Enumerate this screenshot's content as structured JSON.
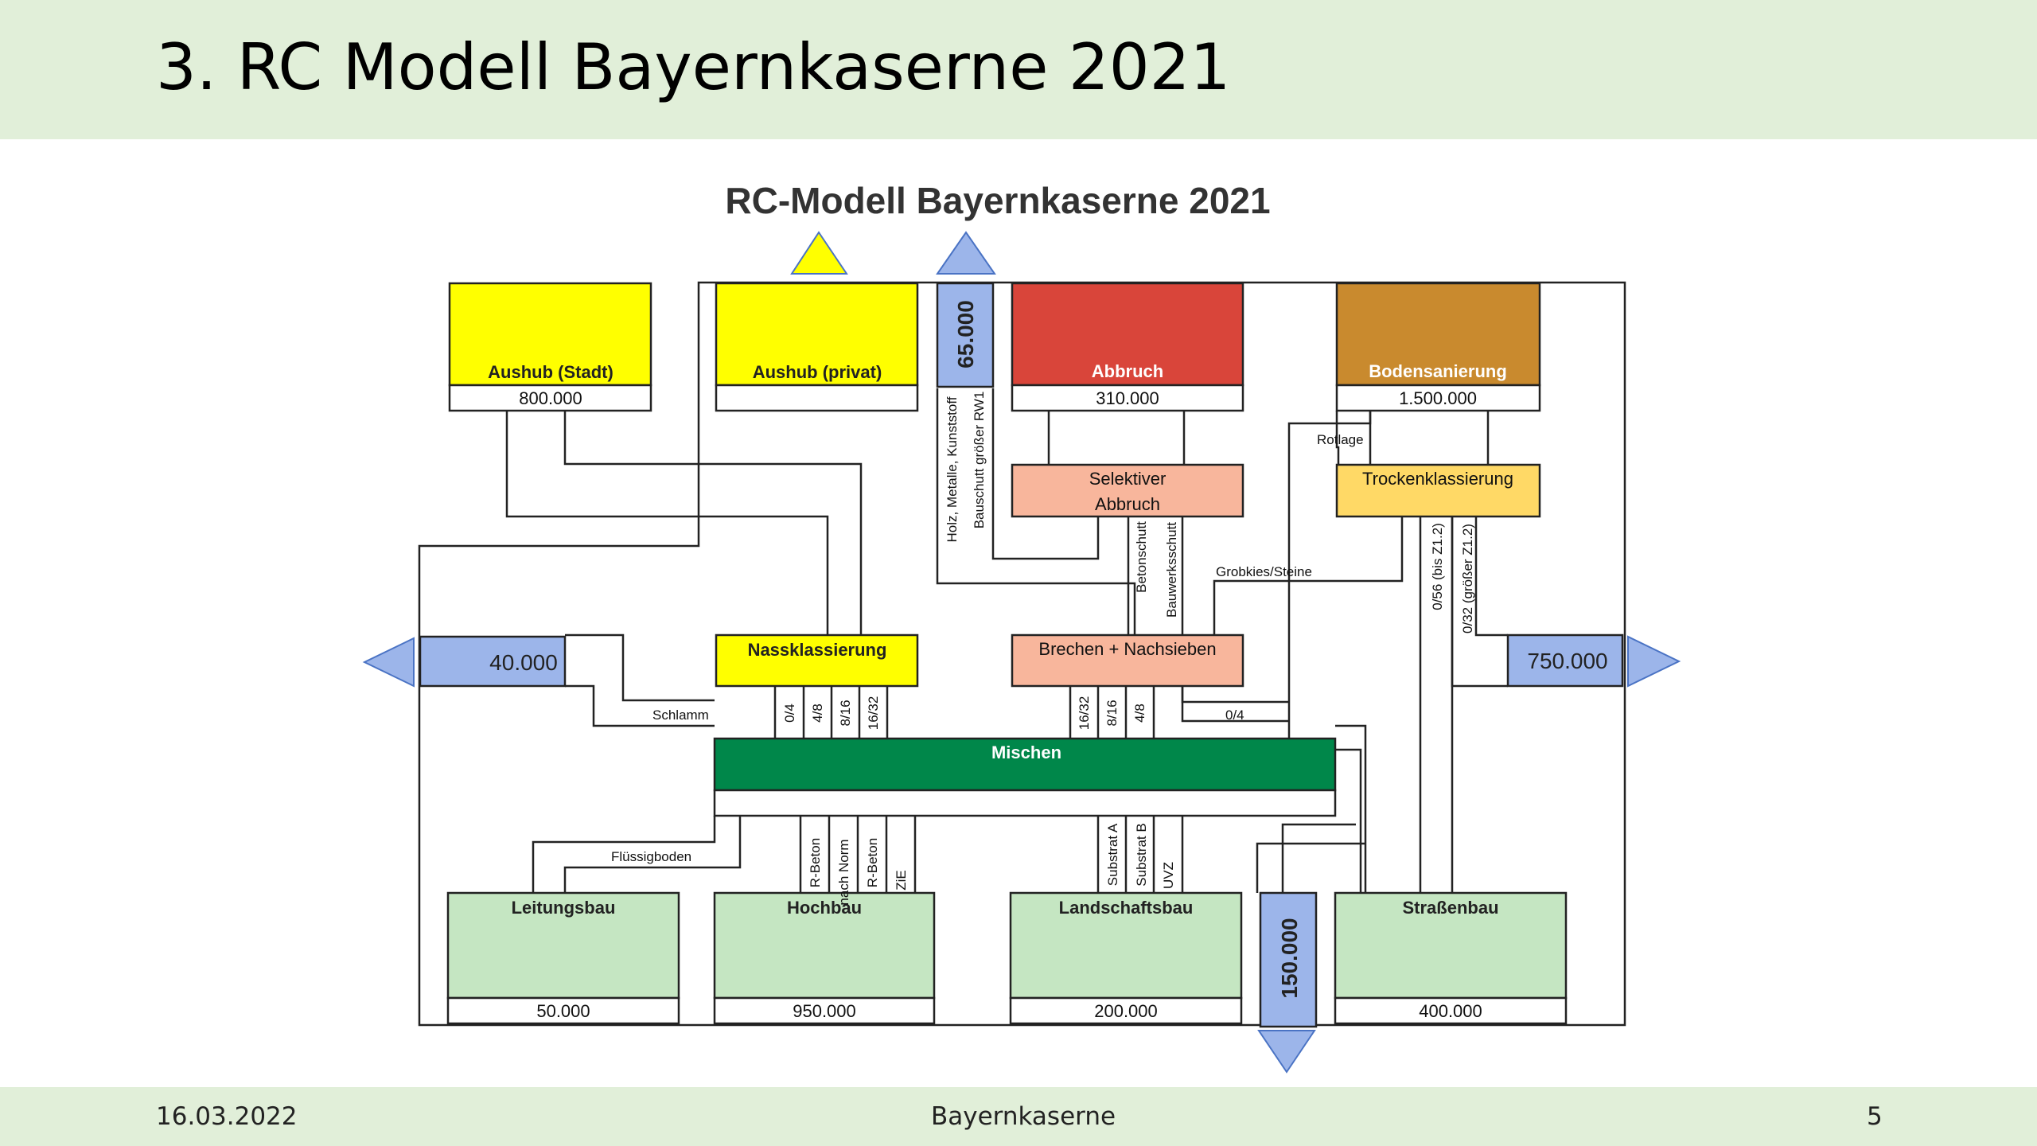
{
  "slide": {
    "title": "3. RC Modell Bayernkaserne 2021",
    "footer_date": "16.03.2022",
    "footer_center": "Bayernkaserne",
    "footer_page": "5"
  },
  "diagram": {
    "title": "RC-Modell Bayernkaserne 2021",
    "sources": {
      "aushub_stadt": {
        "label": "Aushub (Stadt)",
        "value": "800.000"
      },
      "aushub_privat": {
        "label": "Aushub (privat)",
        "value": ""
      },
      "abbruch": {
        "label": "Abbruch",
        "value": "310.000"
      },
      "bodensanierung": {
        "label": "Bodensanierung",
        "value": "1.500.000"
      }
    },
    "processes": {
      "selektiver_abbruch_l1": "Selektiver",
      "selektiver_abbruch_l2": "Abbruch",
      "trockenklassierung": "Trockenklassierung",
      "nassklassierung": "Nassklassierung",
      "brechen": "Brechen + Nachsieben",
      "mischen": "Mischen"
    },
    "outputs": {
      "export_top": "65.000",
      "export_top_desc_1": "Holz, Metalle, Kunststoff",
      "export_top_desc_2": "Bauschutt größer RW1",
      "export_left": "40.000",
      "export_right": "750.000",
      "export_bottom": "150.000"
    },
    "flows": {
      "rotlage": "Rotlage",
      "grobkies": "Grobkies/Steine",
      "schlamm": "Schlamm",
      "fluessigboden": "Flüssigboden",
      "betonschutt": "Betonschutt",
      "bauwerksschutt": "Bauwerksschutt",
      "trocken_056": "0/56 (bis Z1.2)",
      "trocken_032": "0/32 (größer Z1.2)",
      "brechen_04": "0/4",
      "nass_fractions": [
        "0/4",
        "4/8",
        "8/16",
        "16/32"
      ],
      "brechen_fractions": [
        "16/32",
        "8/16",
        "4/8"
      ],
      "hochbau_products": [
        "R-Beton",
        "nach Norm",
        "R-Beton",
        "ZiE"
      ],
      "landschaft_products": [
        "Substrat A",
        "Substrat B",
        "UVZ"
      ]
    },
    "uses": {
      "leitungsbau": {
        "label": "Leitungsbau",
        "value": "50.000"
      },
      "hochbau": {
        "label": "Hochbau",
        "value": "950.000"
      },
      "landschaftsbau": {
        "label": "Landschaftsbau",
        "value": "200.000"
      },
      "strassenbau": {
        "label": "Straßenbau",
        "value": "400.000"
      }
    },
    "colors": {
      "yellow": "#ffff00",
      "red": "#d9453a",
      "ochre": "#c98a2e",
      "salmon": "#f8b69c",
      "light_orange": "#ffd966",
      "green_dark": "#00874a",
      "green_light": "#c5e6c2",
      "blue": "#9cb5ea"
    }
  }
}
